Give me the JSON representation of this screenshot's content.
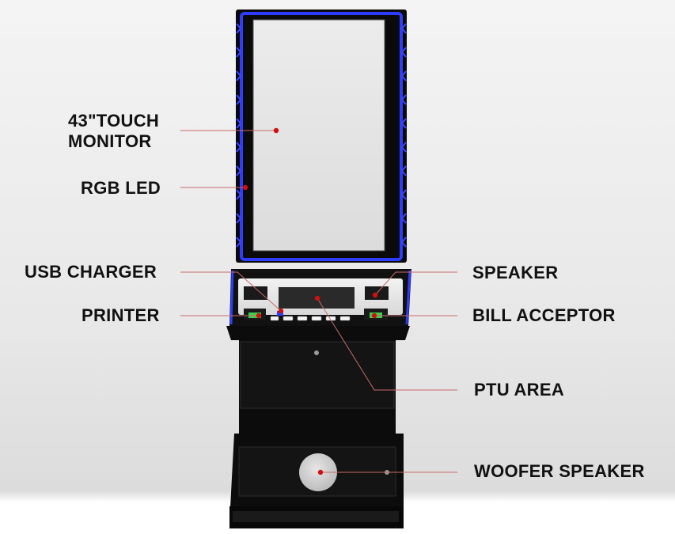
{
  "callouts": {
    "touch_monitor": "43\"TOUCH\nMONITOR",
    "rgb_led": "RGB LED",
    "usb_charger": "USB CHARGER",
    "printer": "PRINTER",
    "speaker": "SPEAKER",
    "bill_acceptor": "BILL ACCEPTOR",
    "ptu_area": "PTU AREA",
    "woofer_speaker": "WOOFER SPEAKER"
  },
  "colors": {
    "led_blue": "#2f3cff",
    "cabinet_black": "#0c0c0c",
    "screen_gray": "#e3e3e3",
    "callout_red": "#d01010",
    "leader_line": "#c86a6a"
  }
}
